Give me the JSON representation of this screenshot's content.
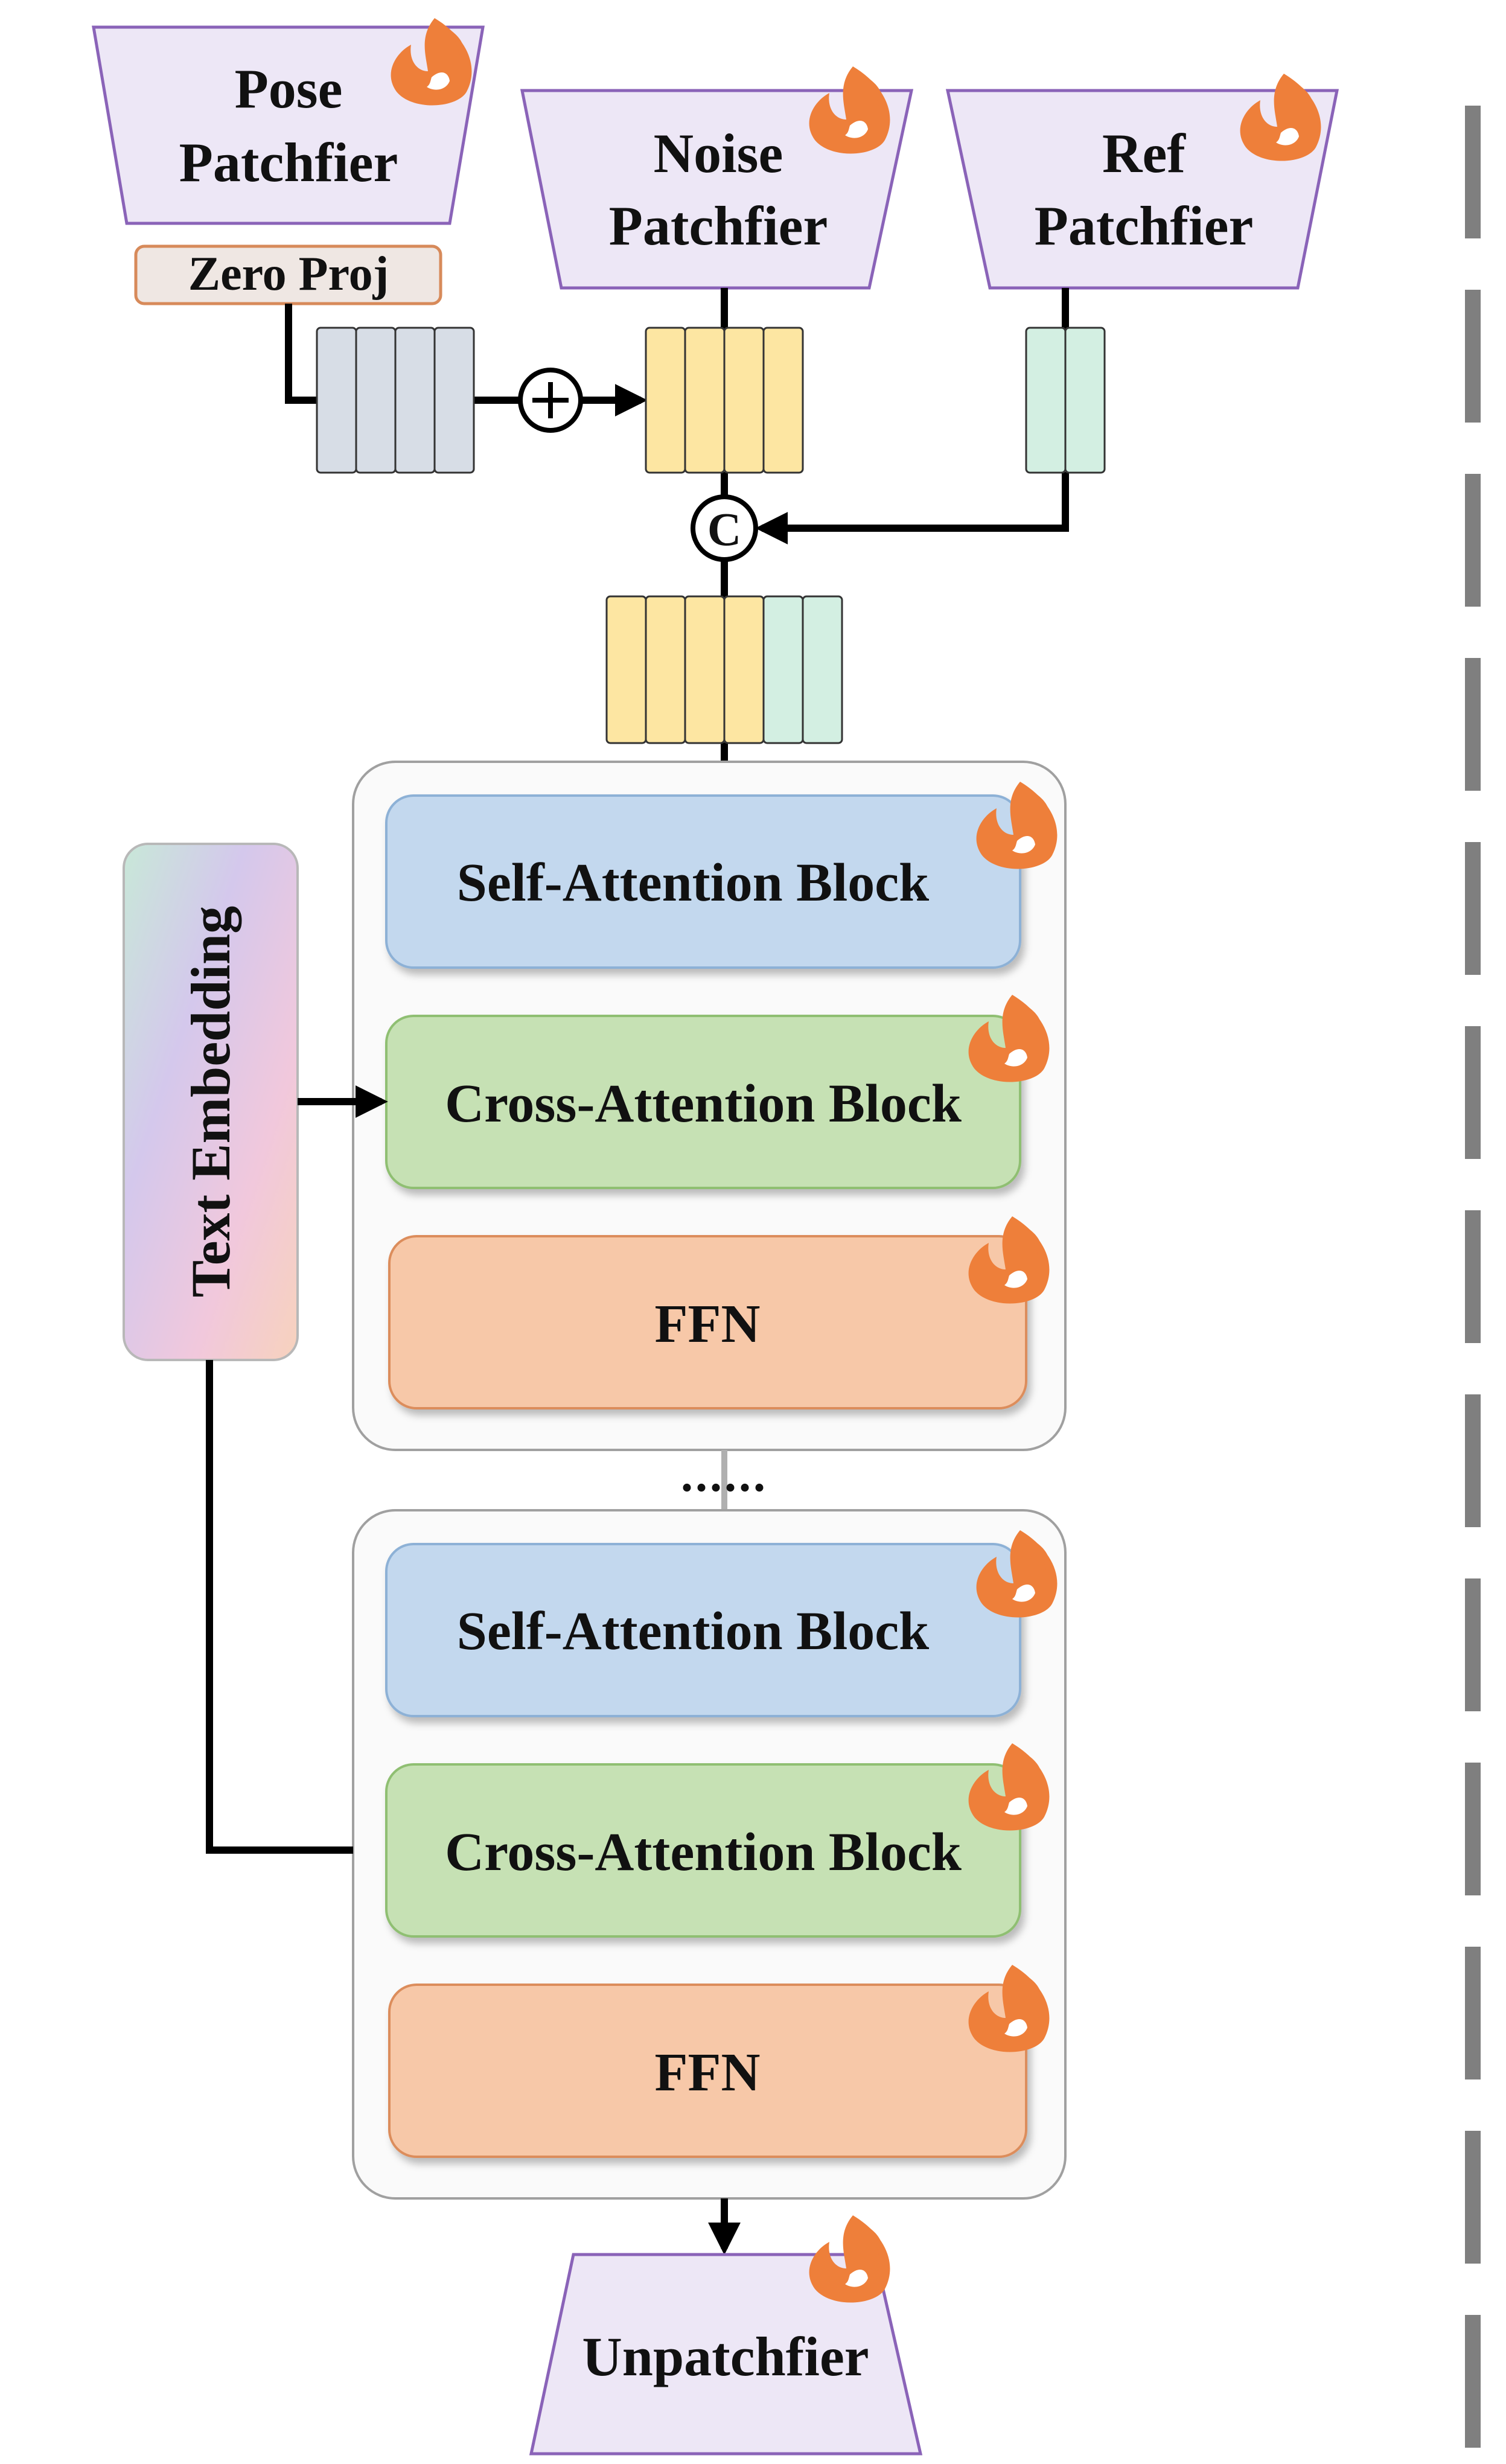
{
  "diagram": {
    "pose_patchfier": [
      "Pose",
      "Patchfier"
    ],
    "noise_patchfier": [
      "Noise",
      "Patchfier"
    ],
    "ref_patchfier": [
      "Ref",
      "Patchfier"
    ],
    "zero_proj": "Zero Proj",
    "add_symbol": "+",
    "concat_symbol": "C",
    "text_embedding": "Text Embedding",
    "ellipsis": "......",
    "blocks_top": {
      "self_attention": "Self-Attention Block",
      "cross_attention": "Cross-Attention Block",
      "ffn": "FFN"
    },
    "blocks_bottom": {
      "self_attention": "Self-Attention Block",
      "cross_attention": "Cross-Attention Block",
      "ffn": "FFN"
    },
    "unpatchfier": "Unpatchfier",
    "colors": {
      "patchfier_fill": "#ede7f6",
      "pose_token": "#d7dde6",
      "noise_token": "#fde6a2",
      "ref_token": "#d3efe2",
      "self_attention": "#c3d8ee",
      "cross_attention": "#c6e1b4",
      "ffn": "#f7c8a8",
      "flame": "#ee7f3a",
      "zero_proj_fill": "#efe7e3"
    },
    "icons": [
      "flame-icon",
      "plus-circle-icon",
      "concat-circle-icon",
      "dashed-divider"
    ]
  }
}
